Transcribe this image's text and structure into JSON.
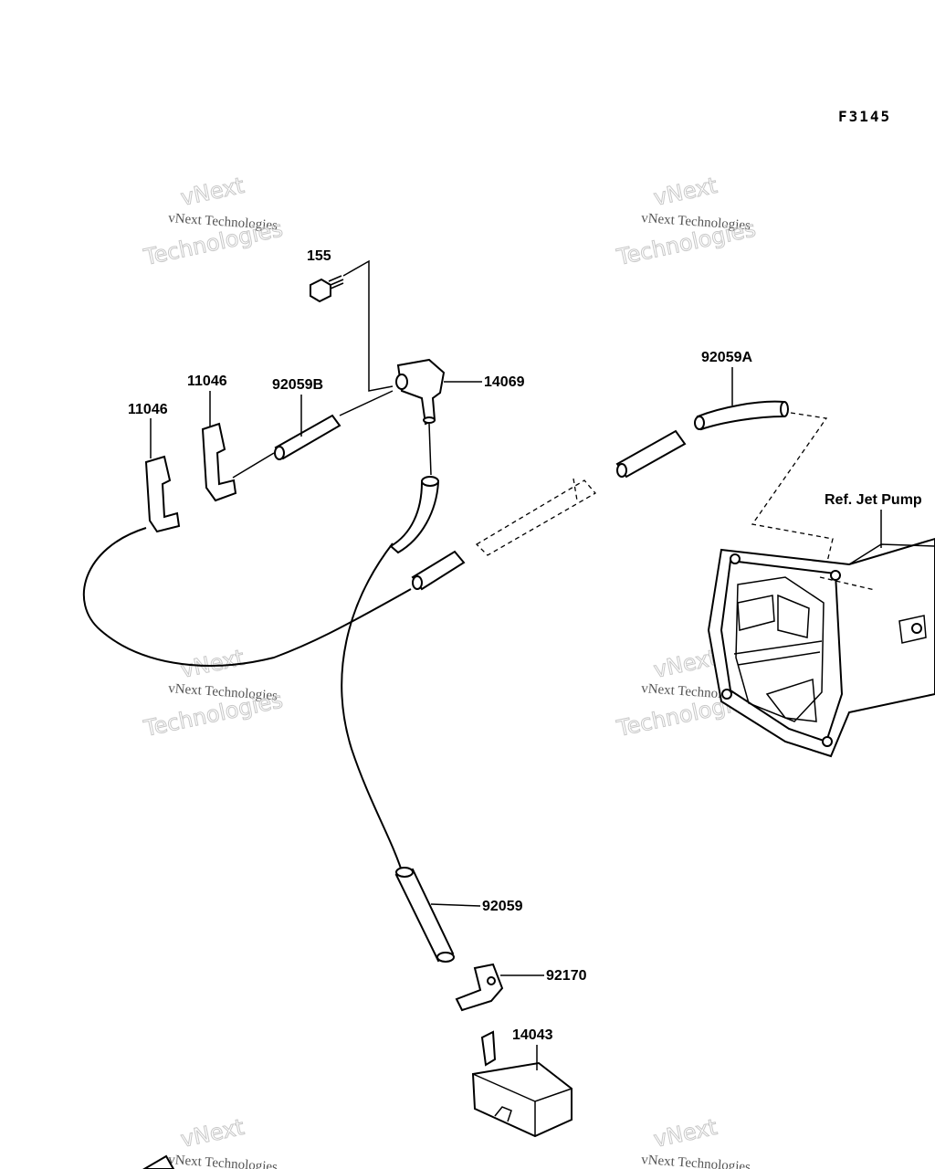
{
  "diagram_code": "F3145",
  "watermark": {
    "line1": "vNext Technologies",
    "line2": "vNext",
    "line3": "Technologies"
  },
  "parts": {
    "p155": "155",
    "p14069": "14069",
    "p11046a": "11046",
    "p11046b": "11046",
    "p92059B": "92059B",
    "p92059A": "92059A",
    "p92059": "92059",
    "p92170": "92170",
    "p14043": "14043"
  },
  "reference": "Ref. Jet Pump"
}
